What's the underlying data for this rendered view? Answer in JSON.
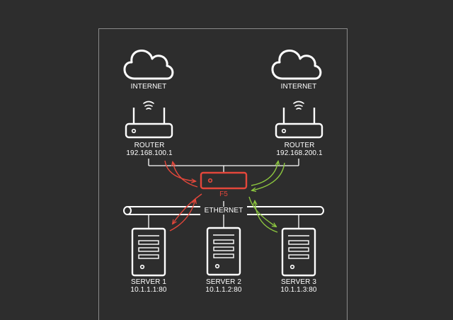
{
  "diagram": {
    "internet_left": "INTERNET",
    "internet_right": "INTERNET",
    "router_left": {
      "name": "ROUTER",
      "ip": "192.168.100.1"
    },
    "router_right": {
      "name": "ROUTER",
      "ip": "192.168.200.1"
    },
    "load_balancer": "F5",
    "network": "ETHERNET",
    "servers": [
      {
        "name": "SERVER 1",
        "ip": "10.1.1.1:80"
      },
      {
        "name": "SERVER 2",
        "ip": "10.1.1.2:80"
      },
      {
        "name": "SERVER 3",
        "ip": "10.1.1.3:80"
      }
    ]
  },
  "colors": {
    "background": "#2d2d2d",
    "line": "#ffffff",
    "f5": "#e4473b",
    "red_arrow": "#e4473b",
    "green_arrow": "#8cc63f",
    "frame": "#8a8a8a"
  },
  "icons": [
    "cloud-icon",
    "wifi-icon",
    "router-icon",
    "load-balancer-icon",
    "ethernet-bus-icon",
    "server-icon",
    "arrow-icon"
  ]
}
